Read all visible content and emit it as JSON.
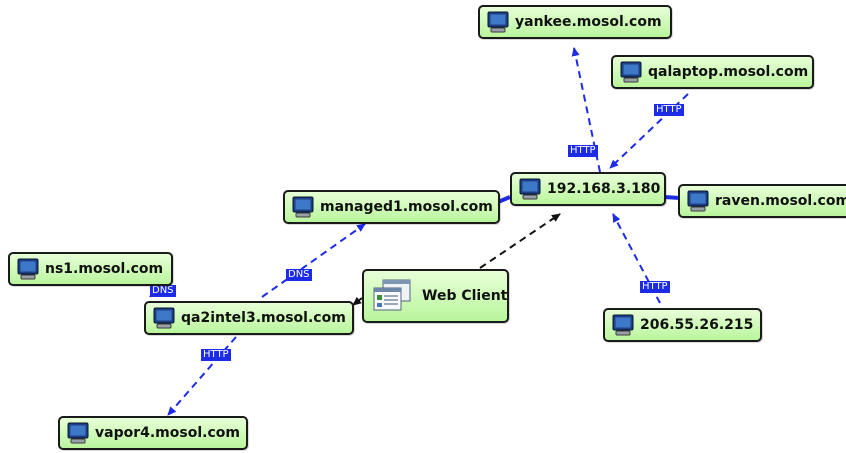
{
  "nodes": {
    "yankee": "yankee.mosol.com",
    "qalaptop": "qalaptop.mosol.com",
    "router": "192.168.3.180",
    "raven": "raven.mosol.com",
    "managed1": "managed1.mosol.com",
    "ns1": "ns1.mosol.com",
    "webclient": "Web Client",
    "qa2intel3": "qa2intel3.mosol.com",
    "ip206": "206.55.26.215",
    "vapor4": "vapor4.mosol.com"
  },
  "edge_labels": {
    "http_yankee": "HTTP",
    "http_qalaptop": "HTTP",
    "http_206": "HTTP",
    "dns_managed1": "DNS",
    "dns_ns1": "DNS",
    "http_vapor4": "HTTP"
  },
  "colors": {
    "protocol_edge": "#1b2be8",
    "client_edge": "#111111",
    "node_fill": "#b9f59c",
    "label_bg": "#1b2be8"
  },
  "icons": {
    "host": "computer-monitor-icon",
    "client": "web-client-window-icon"
  }
}
